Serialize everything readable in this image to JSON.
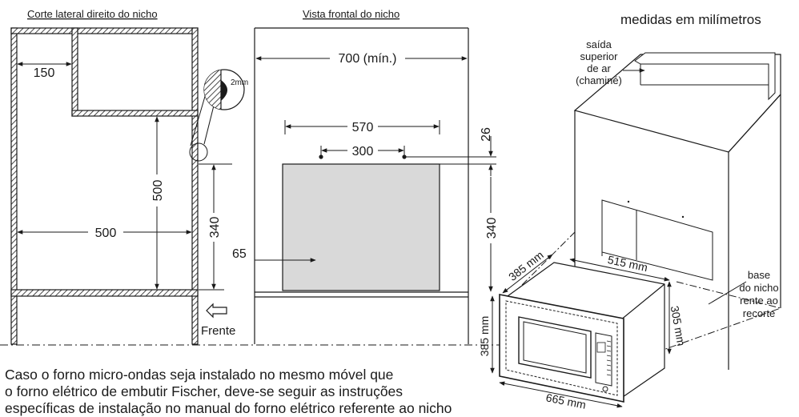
{
  "colors": {
    "ink": "#1a1a1a",
    "panel_fill": "#d9d9d9",
    "background": "#ffffff"
  },
  "side_view": {
    "title": "Corte lateral direito do nicho",
    "dim_top": "150",
    "dim_vertical": "500",
    "dim_horizontal": "500",
    "dim_340": "340",
    "detail_gap": "2mm",
    "front_label": "Frente"
  },
  "front_view": {
    "title": "Vista frontal do nicho",
    "dim_width_min": "700 (mín.)",
    "dim_570": "570",
    "dim_300": "300",
    "dim_26": "26",
    "dim_340": "340",
    "dim_65": "65"
  },
  "iso_view": {
    "units_note": "medidas em milímetros",
    "vent_label": [
      "saída",
      "superior",
      "de ar",
      "(chaminé)"
    ],
    "base_label": [
      "base",
      "do nicho",
      "rente ao",
      "recorte"
    ],
    "dim_385_depth": "385 mm",
    "dim_515": "515 mm",
    "dim_305": "305 mm",
    "dim_385_height": "385 mm",
    "dim_665": "665 mm"
  },
  "instructions": {
    "lines": [
      "Caso o forno micro-ondas seja instalado no mesmo móvel que",
      "o forno elétrico de embutir Fischer, deve-se seguir as instruções",
      "específicas de instalação no manual do forno elétrico referente ao nicho"
    ]
  }
}
